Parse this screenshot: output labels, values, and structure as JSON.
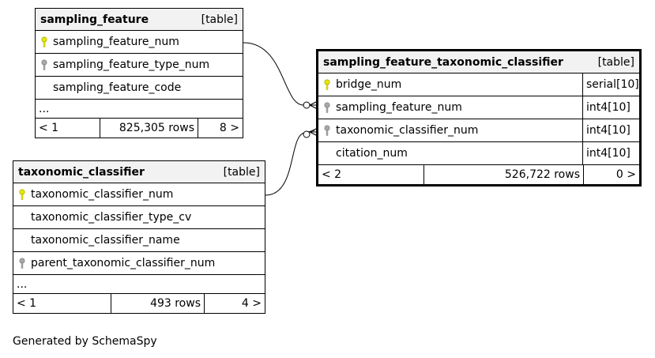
{
  "caption": "Generated by SchemaSpy",
  "tables": {
    "sampling_feature": {
      "name": "sampling_feature",
      "kind": "[table]",
      "columns": [
        {
          "name": "sampling_feature_num",
          "key": "primary"
        },
        {
          "name": "sampling_feature_type_num",
          "key": "foreign"
        },
        {
          "name": "sampling_feature_code",
          "key": "none"
        }
      ],
      "ellipsis": "...",
      "parents": "< 1",
      "rows": "825,305 rows",
      "children": "8 >"
    },
    "taxonomic_classifier": {
      "name": "taxonomic_classifier",
      "kind": "[table]",
      "columns": [
        {
          "name": "taxonomic_classifier_num",
          "key": "primary"
        },
        {
          "name": "taxonomic_classifier_type_cv",
          "key": "none"
        },
        {
          "name": "taxonomic_classifier_name",
          "key": "none"
        },
        {
          "name": "parent_taxonomic_classifier_num",
          "key": "foreign"
        }
      ],
      "ellipsis": "...",
      "parents": "< 1",
      "rows": "493 rows",
      "children": "4 >"
    },
    "bridge": {
      "name": "sampling_feature_taxonomic_classifier",
      "kind": "[table]",
      "columns": [
        {
          "name": "bridge_num",
          "type": "serial[10]",
          "key": "primary"
        },
        {
          "name": "sampling_feature_num",
          "type": "int4[10]",
          "key": "foreign"
        },
        {
          "name": "taxonomic_classifier_num",
          "type": "int4[10]",
          "key": "foreign"
        },
        {
          "name": "citation_num",
          "type": "int4[10]",
          "key": "none"
        }
      ],
      "parents": "< 2",
      "rows": "526,722 rows",
      "children": "0 >"
    }
  },
  "colors": {
    "primary_key": "#e8e800",
    "foreign_key": "#a8a8a8",
    "header_bg": "#f2f2f2"
  }
}
